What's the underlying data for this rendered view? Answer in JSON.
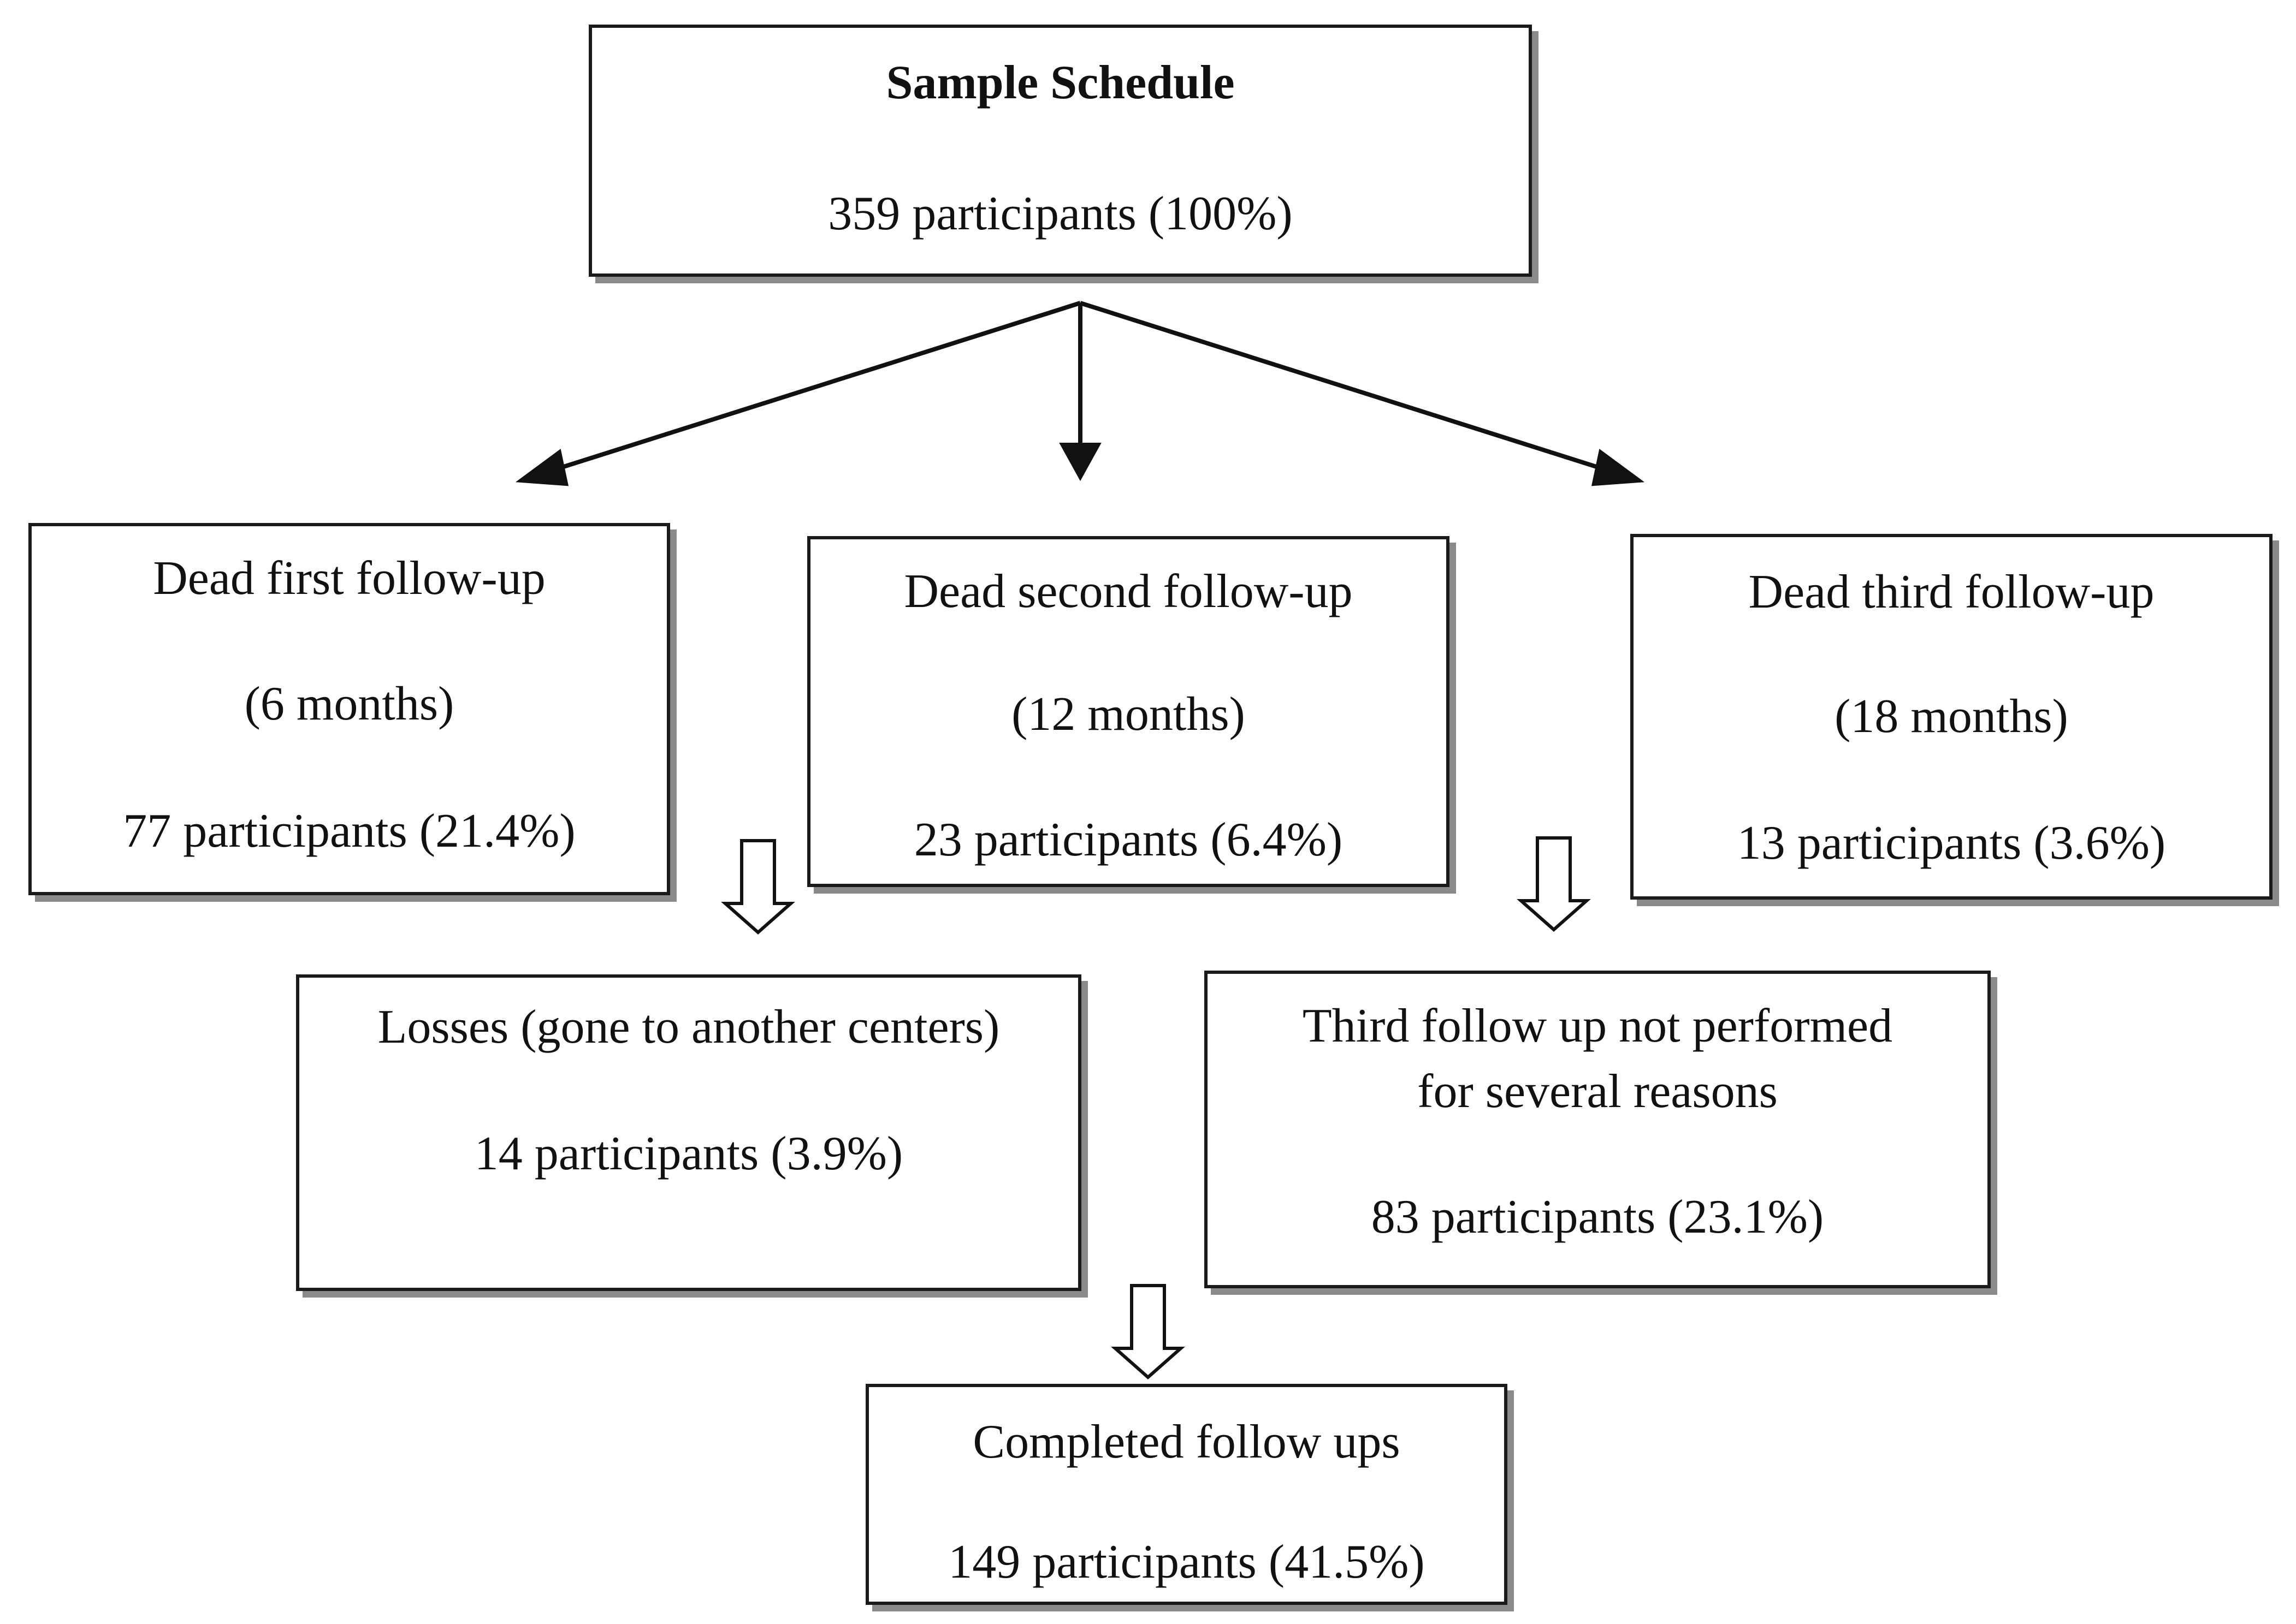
{
  "top": {
    "title": "Sample Schedule",
    "count": "359 participants (100%)"
  },
  "dead_first": {
    "label": "Dead first follow-up",
    "period": "(6 months)",
    "count": "77 participants (21.4%)"
  },
  "dead_second": {
    "label": "Dead second follow-up",
    "period": "(12 months)",
    "count": "23 participants (6.4%)"
  },
  "dead_third": {
    "label": "Dead third follow-up",
    "period": "(18 months)",
    "count": "13 participants (3.6%)"
  },
  "losses": {
    "label": "Losses (gone to another centers)",
    "count": "14 participants (3.9%)"
  },
  "not_performed": {
    "line1": "Third follow up not performed",
    "line2": "for several reasons",
    "count": "83 participants (23.1%)"
  },
  "completed": {
    "label": "Completed follow ups",
    "count": "149 participants (41.5%)"
  }
}
